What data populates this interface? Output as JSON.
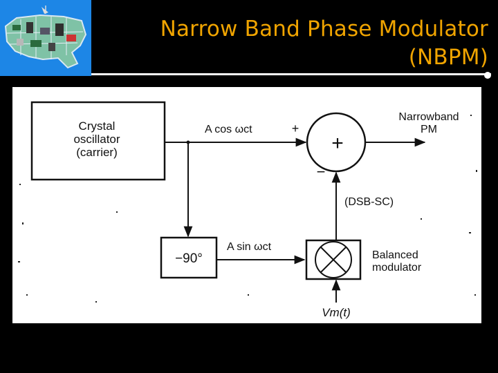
{
  "slide": {
    "title_line1": "Narrow Band Phase Modulator",
    "title_line2": "(NBPM)"
  },
  "logo": {
    "icon": "us-map-electronics-icon"
  },
  "diagram": {
    "oscillator_block": [
      "Crystal",
      "oscillator",
      "(carrier)"
    ],
    "carrier_signal": "A cos ωct",
    "summer_plus_input": "+",
    "summer_minus_input": "−",
    "summer_symbol": "+",
    "output_label": [
      "Narrowband",
      "PM"
    ],
    "dsbsc_label": "(DSB-SC)",
    "phase_shift_block": "−90°",
    "shifted_signal": "A sin ωct",
    "modulator_label": [
      "Balanced",
      "modulator"
    ],
    "message_input": "Vm(t)"
  }
}
